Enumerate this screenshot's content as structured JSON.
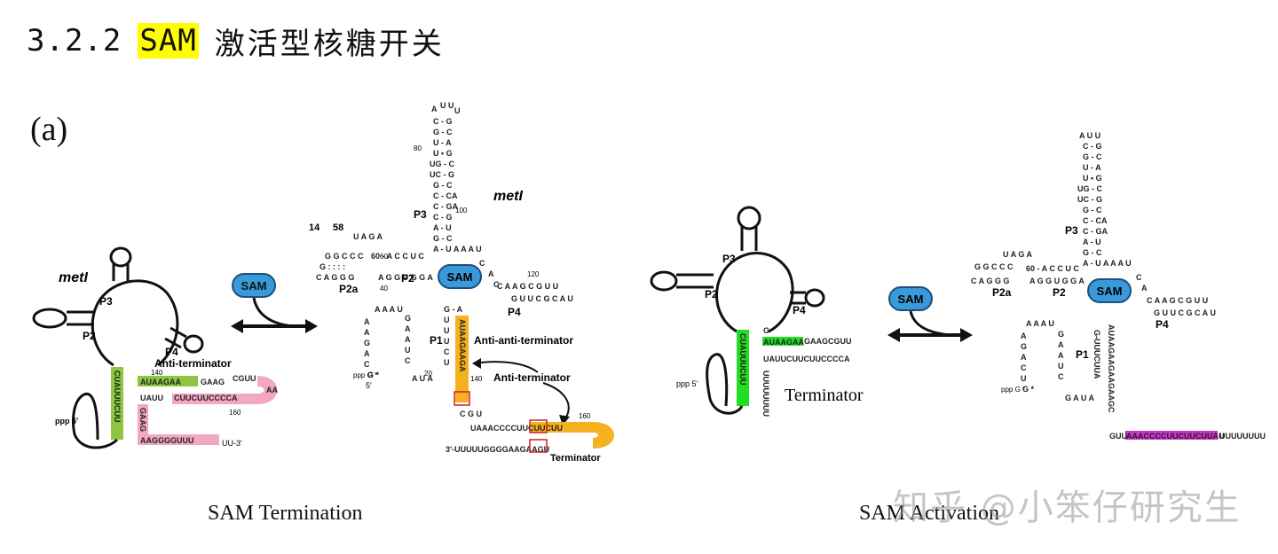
{
  "heading": {
    "number": "3.2.2",
    "highlight": "SAM",
    "title": "激活型核糖开关"
  },
  "panel_label": "(a)",
  "colors": {
    "highlight": "#ffff00",
    "sam_pill": "#3a9ad9",
    "anti_terminator": "#8dc63f",
    "terminator_pink": "#f2a7c3",
    "anti_anti_terminator": "#f5b120",
    "green_bright": "#22dd22",
    "magenta": "#cc33cc"
  },
  "captions": {
    "left": "SAM Termination",
    "right": "SAM Activation"
  },
  "watermark": "知乎 @小笨仔研究生",
  "diagram1": {
    "gene": "metI",
    "stems": [
      "P3",
      "P2",
      "P4"
    ],
    "anti_terminator_label": "Anti-terminator",
    "seq_green_top": "AUAAGAA",
    "seq_after_green": "GAAG",
    "loop_seq": "CGUU",
    "loop_end": "AA",
    "seq_pink_middle": "CUUCUUCCCCA",
    "seq_left_white": "UAUU",
    "seq_green_vertical": "CUAUUUCUU",
    "seq_pink_vertical": "GAAG",
    "seq_pink_bottom": "AAGGGGUUU",
    "tail": "UU-3'",
    "five_prime": "ppp\n5'",
    "num_140": "140",
    "num_160": "160"
  },
  "arrow1": {
    "label": "SAM"
  },
  "diagram2": {
    "gene": "metI",
    "stems": [
      "P3",
      "P2a",
      "P2",
      "P4",
      "P1"
    ],
    "nums": [
      "14",
      "58",
      "60",
      "40",
      "80",
      "100",
      "120",
      "20",
      "140",
      "160"
    ],
    "sam": "SAM",
    "anti_anti_label": "Anti-anti-terminator",
    "anti_term_label": "Anti-terminator",
    "terminator_label": "Terminator",
    "orange_vertical": "AUAAGAAGA",
    "bottom_top_seq": "UAAACCCCUUCUUCUU",
    "bottom_low_seq": "3'-UUUUUGGGGAAGAAGU",
    "five_prime": "5'"
  },
  "diagram3": {
    "stems": [
      "P3",
      "P2",
      "P4"
    ],
    "terminator_label": "Terminator",
    "green_vertical": "CUAUUUCUU",
    "green_top": "AUAAGAA",
    "after_green": "GAAGCGUU",
    "lower_seq": "UAUUCUUCUUCCCCA",
    "five_prime": "ppp\n5'"
  },
  "arrow2": {
    "label": "SAM"
  },
  "diagram4": {
    "stems": [
      "P3",
      "P2a",
      "P2",
      "P4",
      "P1"
    ],
    "sam": "SAM",
    "bottom_seq_prefix": "GUU",
    "bottom_seq_magenta": "AAACCCCUUCUUCUUAU",
    "bottom_seq_suffix": "UUUUUUUU"
  }
}
